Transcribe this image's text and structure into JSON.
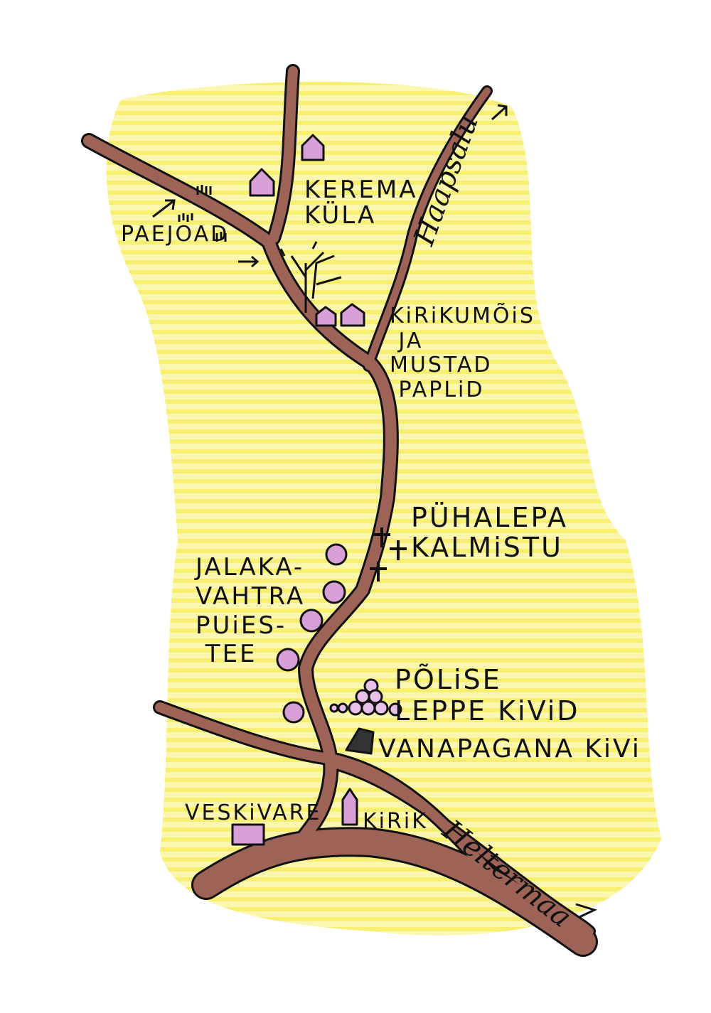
{
  "colors": {
    "background_wash": "#f6f07a",
    "road_fill": "#9c6356",
    "ink": "#111111",
    "accent_pink": "#d9a0d8"
  },
  "labels": {
    "kerema": "KEREMA\nKÜLA",
    "paejoad": "PAEJOAD",
    "haapsalu": "Haapsalu",
    "kirikumois": "KiRiKUMÕiS\n JA\nMUSTAD\n PAPLiD",
    "kalmistu": "PÜHALEPA\nKALMiSTU",
    "puiestee": "JALAKA-\nVAHTRA\nPUiES-\n TEE",
    "polised": "PÕLiSE\nLEPPE KiViD",
    "vanapagana": "VANAPAGANA KiVi",
    "veskivare": "VESKiVARE",
    "kirik": "KiRiK",
    "heltermaa": "Heltermaa"
  },
  "icons": [
    "house-icon",
    "tree-icon",
    "cross-icon",
    "flower-tree-icon",
    "stone-pile-icon",
    "boulder-icon",
    "church-icon",
    "windmill-icon",
    "arrow-icon"
  ]
}
